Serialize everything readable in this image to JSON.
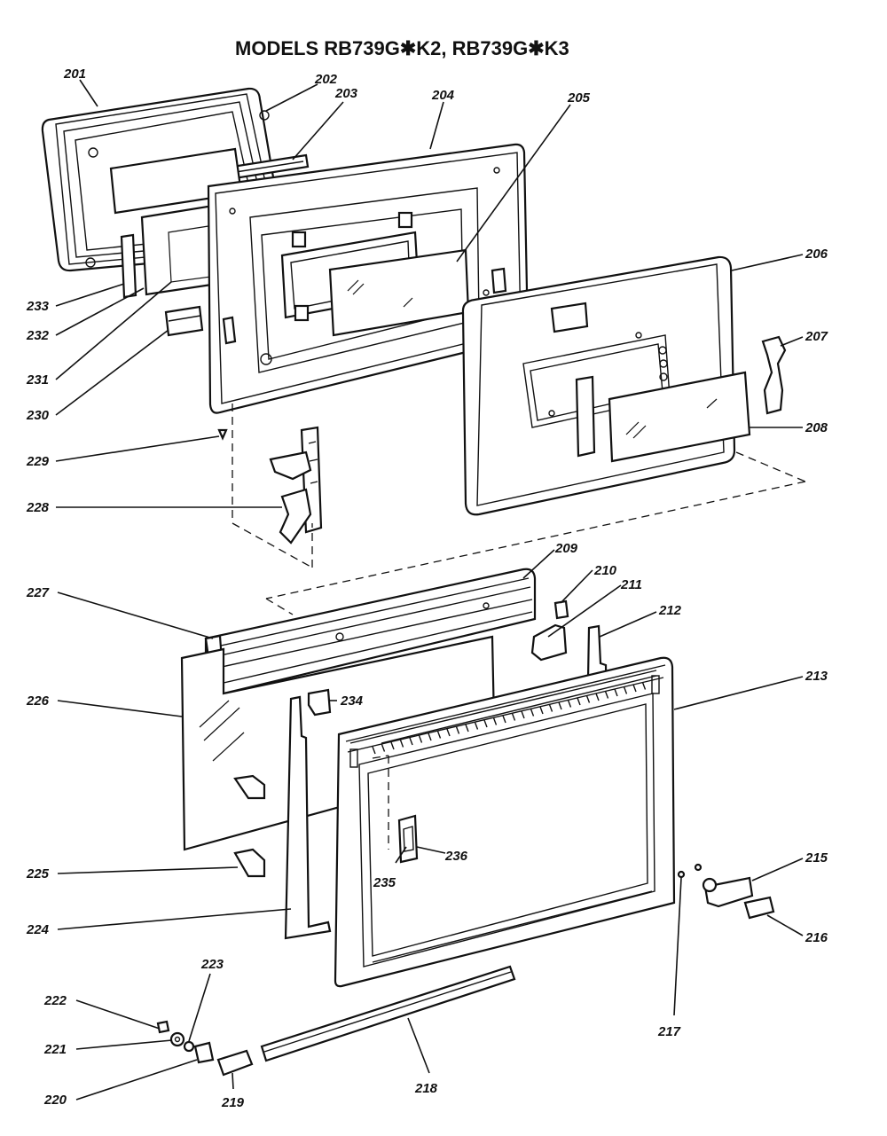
{
  "title": "MODELS RB739G✱K2, RB739G✱K3",
  "labels": {
    "p201": "201",
    "p202": "202",
    "p203": "203",
    "p204": "204",
    "p205": "205",
    "p206": "206",
    "p207": "207",
    "p208": "208",
    "p209": "209",
    "p210": "210",
    "p211": "211",
    "p212": "212",
    "p213": "213",
    "p215": "215",
    "p216": "216",
    "p217": "217",
    "p218": "218",
    "p219": "219",
    "p220": "220",
    "p221": "221",
    "p222": "222",
    "p223": "223",
    "p224": "224",
    "p225": "225",
    "p226": "226",
    "p227": "227",
    "p228": "228",
    "p229": "229",
    "p230": "230",
    "p231": "231",
    "p232": "232",
    "p233": "233",
    "p234": "234",
    "p235": "235",
    "p236": "236"
  }
}
